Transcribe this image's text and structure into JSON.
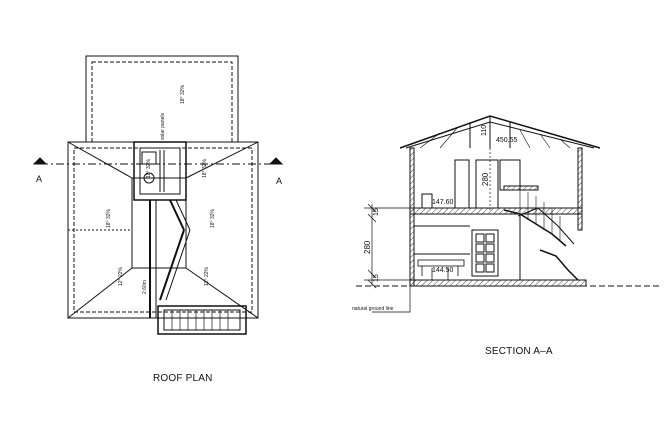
{
  "captions": {
    "roof_plan": "ROOF PLAN",
    "section": "SECTION A–A"
  },
  "roof_plan": {
    "section_marker_left": "A",
    "section_marker_right": "A",
    "solar_panels": "solar panels",
    "slopes": {
      "top_panel": "18° 32%",
      "upper_left": "18° 32%",
      "upper_right": "18° 32%",
      "mid_left": "18° 32%",
      "mid_right": "18° 32%",
      "low_left": "12° 22%",
      "low_right": "12° 22%"
    },
    "dim_small": "2.60m"
  },
  "section_aa": {
    "ridge_height": "110",
    "level_top": "450.55",
    "upper_height": "280",
    "level_mid": "147.60",
    "lower_height": "280",
    "slab_upper": "15",
    "slab_lower": "15",
    "level_low": "144.50",
    "ground_label": "natural ground line"
  },
  "colors": {
    "line": "#111111",
    "hatch": "#555555"
  }
}
